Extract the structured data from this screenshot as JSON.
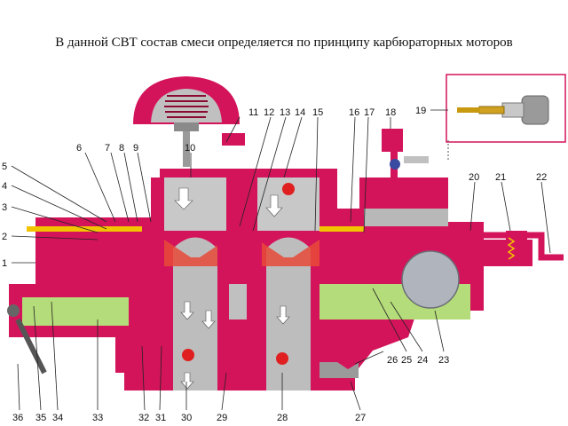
{
  "title": "В данной СВТ состав смеси определяется по принципу карбюраторных моторов",
  "colors": {
    "body": "#d4145a",
    "body_dark": "#a80f45",
    "metal": "#b8b8b8",
    "metal_dark": "#8a8a8a",
    "fuel": "#b5dc7a",
    "valve": "#e02020",
    "yellow": "#f2c400",
    "inset_border": "#d4145a"
  },
  "labels": {
    "n1": "1",
    "n2": "2",
    "n3": "3",
    "n4": "4",
    "n5": "5",
    "n6": "6",
    "n7": "7",
    "n8": "8",
    "n9": "9",
    "n10": "10",
    "n11": "11",
    "n12": "12",
    "n13": "13",
    "n14": "14",
    "n15": "15",
    "n16": "16",
    "n17": "17",
    "n18": "18",
    "n19": "19",
    "n20": "20",
    "n21": "21",
    "n22": "22",
    "n23": "23",
    "n24": "24",
    "n25": "25",
    "n26": "26",
    "n27": "27",
    "n28": "28",
    "n29": "29",
    "n30": "30",
    "n31": "31",
    "n32": "32",
    "n33": "33",
    "n34": "34",
    "n35": "35",
    "n36": "36"
  }
}
